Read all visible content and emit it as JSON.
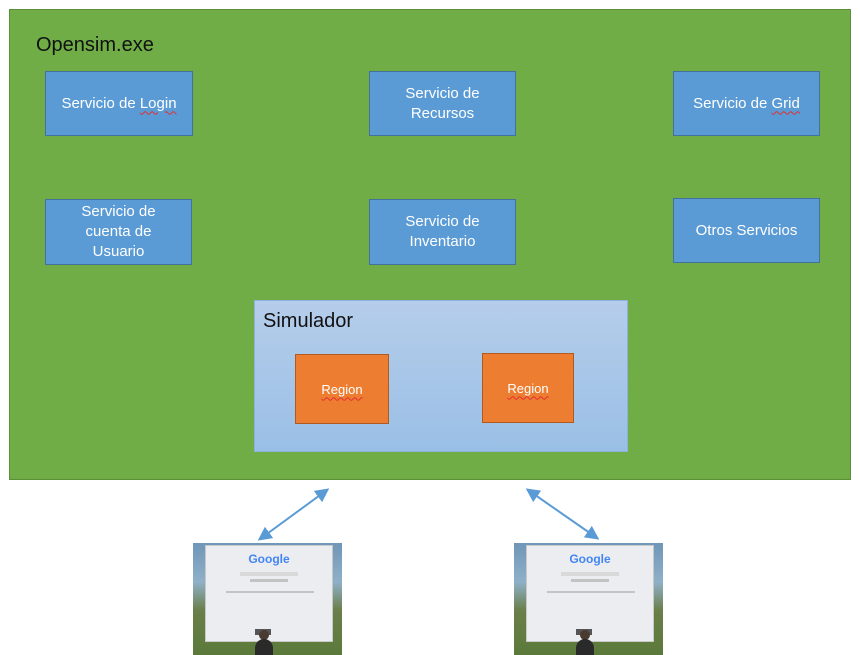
{
  "main": {
    "title": "Opensim.exe",
    "color": "#70ad47"
  },
  "services": {
    "login": {
      "prefix": "Servicio de ",
      "word": "Login"
    },
    "recursos": "Servicio de\nRecursos",
    "grid": {
      "prefix": "Servicio de ",
      "word": "Grid"
    },
    "cuenta": "Servicio de\ncuenta de\nUsuario",
    "inventario": "Servicio de\nInventario",
    "otros": "Otros Servicios"
  },
  "simulator": {
    "title": "Simulador",
    "regions": [
      "Region",
      "Region"
    ]
  },
  "viewers": {
    "left": {
      "logo": "Google"
    },
    "right": {
      "logo": "Google"
    }
  },
  "colors": {
    "service": "#5b9bd5",
    "region": "#ed7d31",
    "arrow": "#5b9bd5"
  }
}
